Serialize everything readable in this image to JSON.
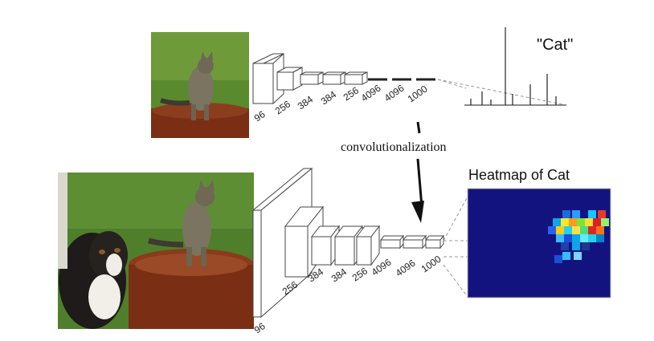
{
  "top": {
    "result_label": "\"Cat\"",
    "layer_labels": [
      "96",
      "256",
      "384",
      "384",
      "256",
      "4096",
      "4096",
      "1000"
    ]
  },
  "bottom": {
    "heatmap_title": "Heatmap of Cat",
    "layer_labels": [
      "96",
      "256",
      "384",
      "384",
      "256",
      "4096",
      "4096",
      "1000"
    ]
  },
  "transition_label": "convolutionalization",
  "colors": {
    "heatmap_bg": "#13137f",
    "grass": "#4f7f2a",
    "wood": "#8a3b1c"
  }
}
